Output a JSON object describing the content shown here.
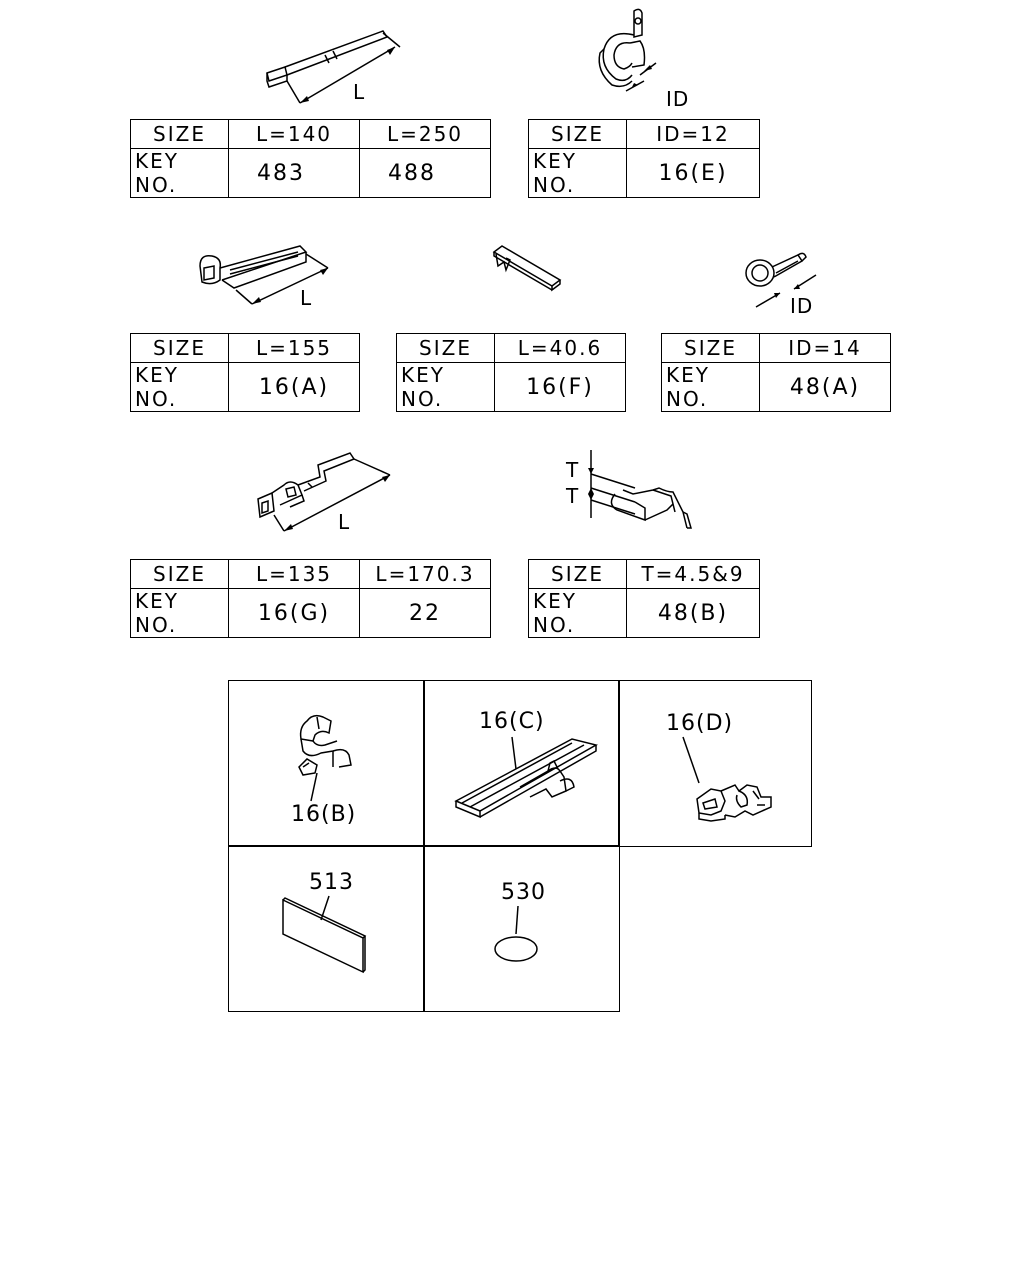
{
  "labels": {
    "size": "SIZE",
    "key_no": "KEY NO."
  },
  "parts": {
    "band_l140": {
      "dim_label": "L",
      "size_values": [
        "L=140",
        "L=250"
      ],
      "key_values": [
        "483",
        "488"
      ]
    },
    "clamp_id12": {
      "dim_label": "ID",
      "size_values": [
        "ID=12"
      ],
      "key_values": [
        "16(E)"
      ]
    },
    "band_l155": {
      "dim_label": "L",
      "size_values": [
        "L=155"
      ],
      "key_values": [
        "16(A)"
      ]
    },
    "clip_l406": {
      "size_values": [
        "L=40.6"
      ],
      "key_values": [
        "16(F)"
      ]
    },
    "clamp_id14": {
      "dim_label": "ID",
      "size_values": [
        "ID=14"
      ],
      "key_values": [
        "48(A)"
      ]
    },
    "band_l135": {
      "dim_label": "L",
      "size_values": [
        "L=135",
        "L=170.3"
      ],
      "key_values": [
        "16(G)",
        "22"
      ]
    },
    "clip_t": {
      "dim_label_top": "T",
      "dim_label_bottom": "T",
      "size_values": [
        "T=4.5&9"
      ],
      "key_values": [
        "48(B)"
      ]
    }
  },
  "callouts": {
    "clip_16b": "16(B)",
    "band_16c": "16(C)",
    "clip_16d": "16(D)",
    "pad_513": "513",
    "pad_530": "530"
  }
}
